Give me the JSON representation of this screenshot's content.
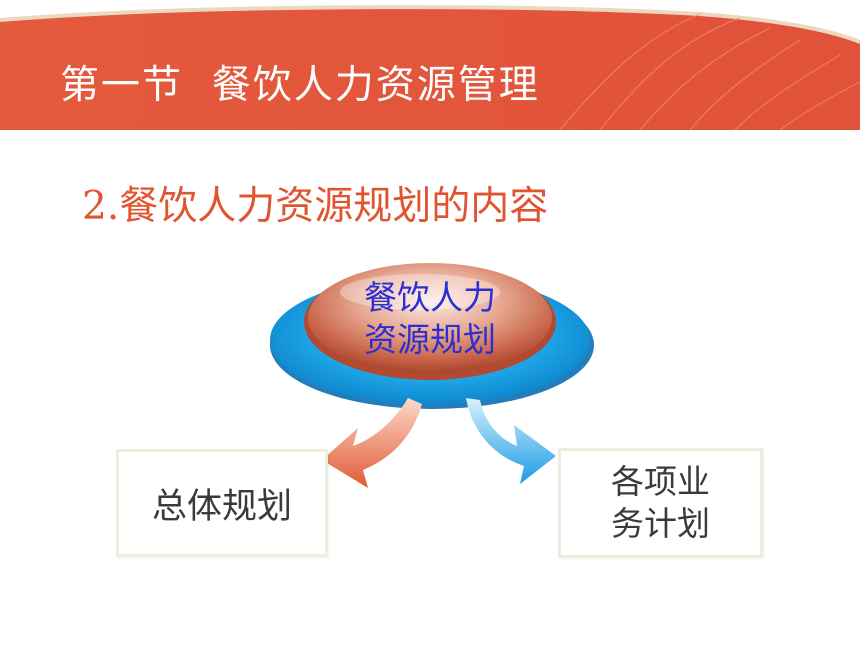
{
  "slide": {
    "title": "第一节  餐饮人力资源管理",
    "subtitle": "2.餐饮人力资源规划的内容"
  },
  "diagram": {
    "center": {
      "line1": "餐饮人力",
      "line2": "资源规划"
    },
    "left_box": {
      "label": "总体规划"
    },
    "right_box": {
      "line1": "各项业",
      "line2": "务计划"
    }
  },
  "colors": {
    "header_orange": "#e2553a",
    "title_text": "#ffffff",
    "subtitle_text": "#e0552f",
    "center_text": "#2c2fd2",
    "box_border": "#eeeedf",
    "left_arrow": "#e3673f",
    "right_arrow": "#2ea8ea",
    "disc_blue": "#1ba3e6",
    "ellipse_red": "#c25438"
  }
}
